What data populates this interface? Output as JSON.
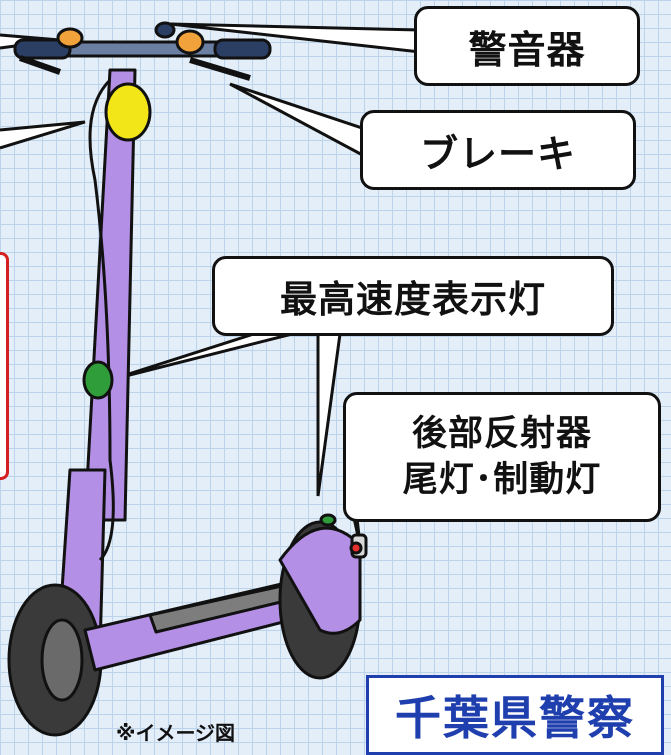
{
  "labels": {
    "horn": "警音器",
    "brake": "ブレーキ",
    "speed_lamp": "最高速度表示灯",
    "rear_line1": "後部反射器",
    "rear_line2": "尾灯･制動灯"
  },
  "note": "※イメージ図",
  "footer": {
    "organization": "千葉県警察"
  },
  "colors": {
    "scooter_body": "#b48fe6",
    "outline": "#111111",
    "speed_lamp": "#2f9e3a",
    "headlight": "#f2e619",
    "turn_signal": "#f2a23a",
    "brand_blue": "#1f3fae",
    "grid_background": "#e3eef9"
  }
}
